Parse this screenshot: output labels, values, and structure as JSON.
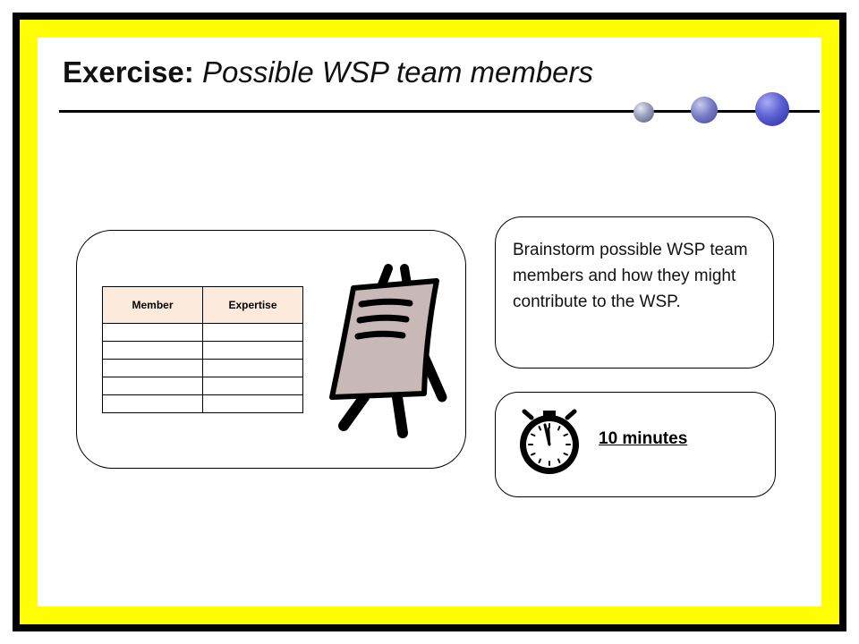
{
  "slide": {
    "title_bold": "Exercise:",
    "title_italic": "Possible WSP team members",
    "colors": {
      "outer_border": "#000000",
      "frame": "#ffff00",
      "background": "#ffffff",
      "table_header": "#fcebdc",
      "easel_board": "#c8b8b8"
    }
  },
  "table": {
    "headers": [
      "Member",
      "Expertise"
    ],
    "rows": [
      [
        "",
        ""
      ],
      [
        "",
        ""
      ],
      [
        "",
        ""
      ],
      [
        "",
        ""
      ],
      [
        "",
        ""
      ]
    ]
  },
  "icons": {
    "easel": "easel-icon",
    "stopwatch": "stopwatch-icon",
    "decorative_dots": [
      "dot-icon",
      "dot-icon",
      "dot-icon"
    ]
  },
  "brainstorm": {
    "text": "Brainstorm possible WSP team members and how they might contribute to the WSP."
  },
  "timer": {
    "label": "10 minutes"
  }
}
